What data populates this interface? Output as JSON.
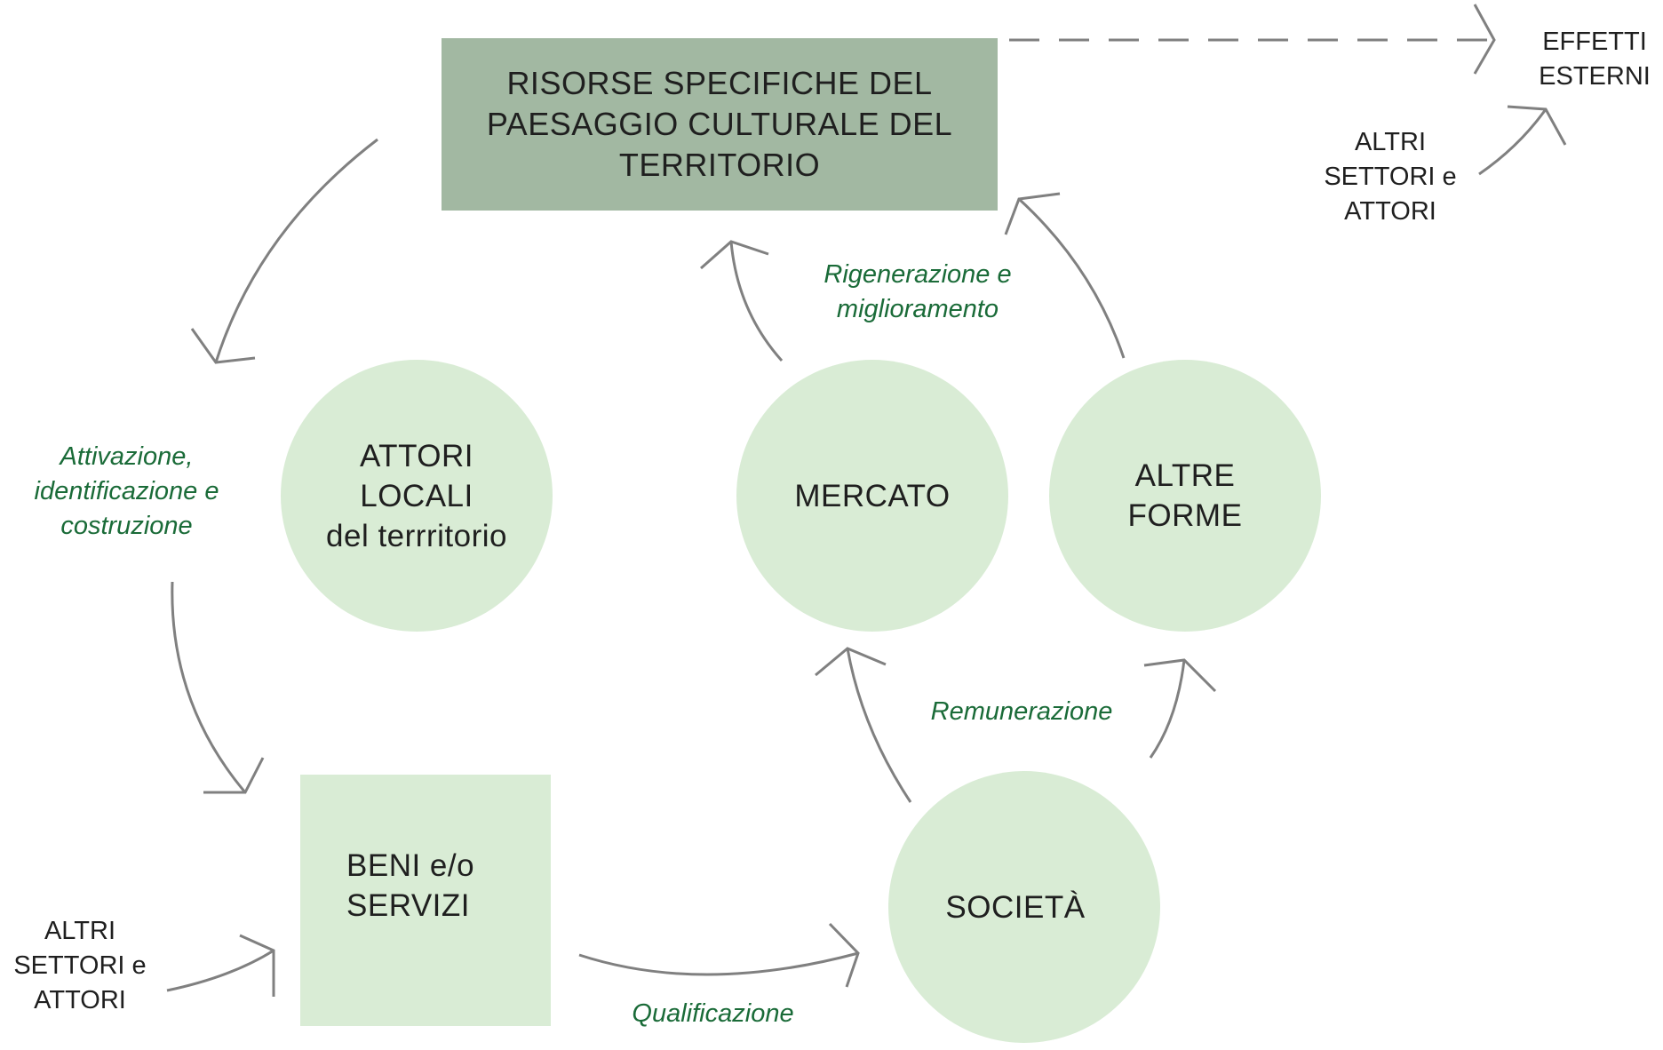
{
  "diagram": {
    "colors": {
      "resource_box": "#a2b8a2",
      "light_node": "#d9ecd5",
      "arrow": "#808080",
      "flow_label": "#1a6b38",
      "text": "#1f1f1f"
    },
    "nodes": {
      "resources": {
        "lines": [
          "RISORSE SPECIFICHE DEL",
          "PAESAGGIO CULTURALE DEL",
          "TERRITORIO"
        ]
      },
      "local_actors": {
        "lines": [
          "ATTORI",
          "LOCALI",
          "del terrritorio"
        ]
      },
      "market": {
        "lines": [
          "MERCATO"
        ]
      },
      "other_forms": {
        "lines": [
          "ALTRE",
          "FORME"
        ]
      },
      "goods_services": {
        "lines": [
          "BENI e/o",
          "SERVIZI"
        ]
      },
      "society": {
        "lines": [
          "SOCIETÀ"
        ]
      }
    },
    "external": {
      "effects": {
        "lines": [
          "EFFETTI",
          "ESTERNI"
        ]
      },
      "other_sectors_top": {
        "lines": [
          "ALTRI",
          "SETTORI e",
          "ATTORI"
        ]
      },
      "other_sectors_bottom": {
        "lines": [
          "ALTRI",
          "SETTORI e",
          "ATTORI"
        ]
      }
    },
    "flow_labels": {
      "activation": {
        "lines": [
          "Attivazione,",
          "identificazione e",
          "costruzione"
        ]
      },
      "regeneration": {
        "lines": [
          "Rigenerazione e",
          "miglioramento"
        ]
      },
      "remuneration": {
        "lines": [
          "Remunerazione"
        ]
      },
      "qualification": {
        "lines": [
          "Qualificazione"
        ]
      }
    }
  }
}
